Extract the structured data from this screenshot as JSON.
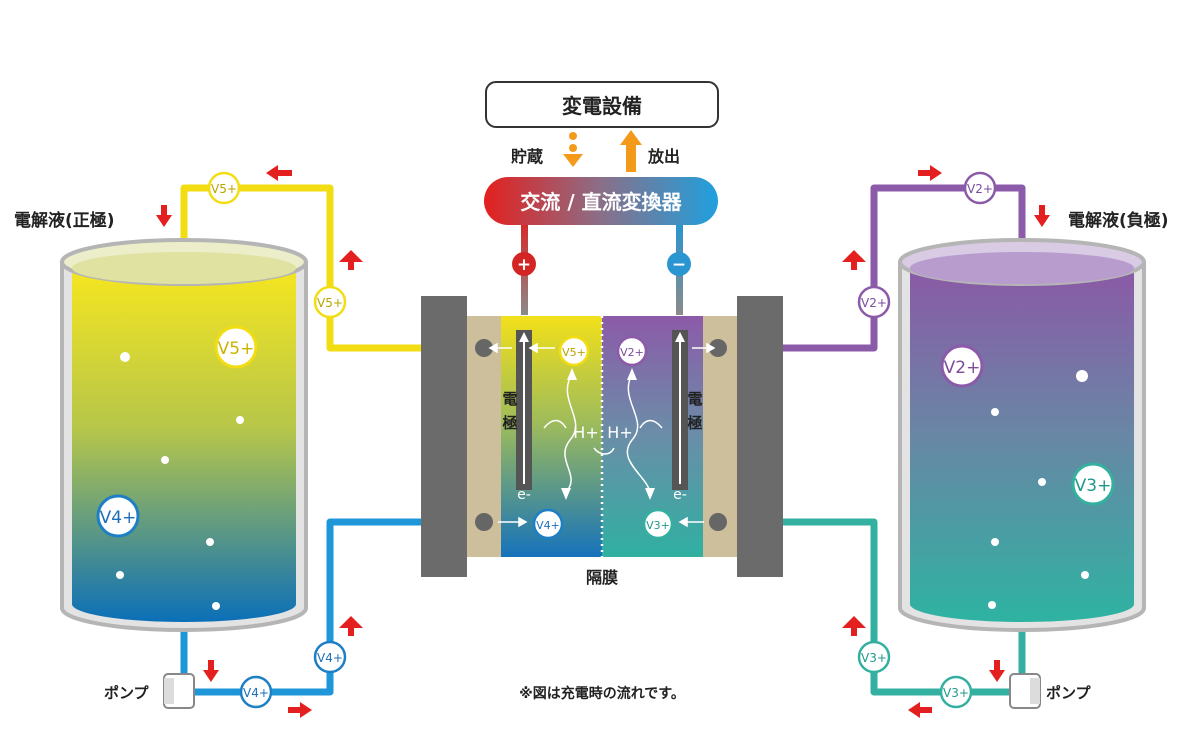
{
  "top_box": {
    "label": "変電設備"
  },
  "flow": {
    "store_label": "貯蔵",
    "discharge_label": "放出"
  },
  "converter": {
    "label": "交流 / 直流変換器"
  },
  "terminals": {
    "plus": "+",
    "minus": "−"
  },
  "tanks": {
    "positive": {
      "label": "電解液(正極)",
      "ion_top": "V5+",
      "ion_bottom": "V4+"
    },
    "negative": {
      "label": "電解液(負極)",
      "ion_top": "V2+",
      "ion_bottom": "V3+"
    }
  },
  "pipes": {
    "left_top_ion": "V5+",
    "left_bottom_ion": "V4+",
    "right_top_ion": "V2+",
    "right_bottom_ion": "V3+"
  },
  "cell": {
    "electrode_label": "電極",
    "electron": "e-",
    "proton": "H+",
    "ion_pos_top": "V5+",
    "ion_pos_bottom": "V4+",
    "ion_neg_top": "V2+",
    "ion_neg_bottom": "V3+",
    "membrane_label": "隔膜"
  },
  "pumps": {
    "left_label": "ポンプ",
    "right_label": "ポンプ"
  },
  "note": "※図は充電時の流れです。",
  "colors": {
    "yellow": "#f2dc12",
    "purple": "#8b5aa8",
    "blue": "#1e96d7",
    "teal": "#33b0a0",
    "red": "#e41f1f",
    "orange": "#f39a1b",
    "gray": "#6b6b6b",
    "tan": "#cdbf9c"
  }
}
